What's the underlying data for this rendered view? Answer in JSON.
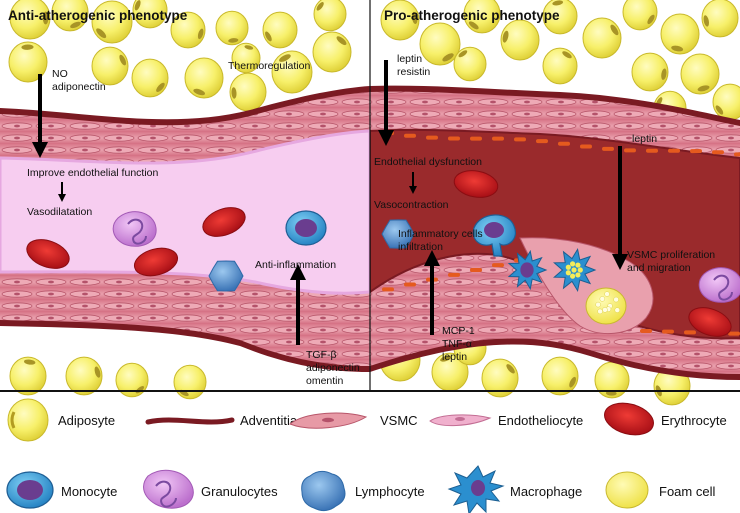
{
  "panels": {
    "left_title": "Anti-atherogenic phenotype",
    "right_title": "Pro-atherogenic phenotype"
  },
  "left_labels": {
    "no_adiponectin": [
      "NO",
      "adiponectin"
    ],
    "thermoregulation": "Thermoregulation",
    "improve_endothelial": "Improve endothelial function",
    "vasodilatation": "Vasodilatation",
    "anti_inflammation": "Anti-inflammation",
    "tgf_block": [
      "TGF-β",
      "adiponectin",
      "omentin"
    ]
  },
  "right_labels": {
    "leptin_resistin": [
      "leptin",
      "resistin"
    ],
    "leptin": "leptin",
    "endothelial_dysfunction": "Endothelial dysfunction",
    "vasocontraction": "Vasocontraction",
    "inflammatory_infiltration": [
      "Inflammatory cells",
      "infiltration"
    ],
    "vsmc_prolif": [
      "VSMC proliferation",
      "and migration"
    ],
    "mcp_block": [
      "MCP-1",
      "TNF-α",
      "leptin"
    ]
  },
  "legend": {
    "adipocyte": "Adiposyte",
    "adventitia": "Adventitia",
    "vsmc": "VSMC",
    "endotheliocyte": "Endotheliocyte",
    "erythrocyte": "Erythrocyte",
    "monocyte": "Monocyte",
    "granulocytes": "Granulocytes",
    "lymphocyte": "Lymphocyte",
    "macrophage": "Macrophage",
    "foam_cell": "Foam cell"
  },
  "colors": {
    "adipocyte_fill": "#f7f06a",
    "adipocyte_stroke": "#c9b92c",
    "adventitia": "#7a1a22",
    "vsmc": "#e79aa6",
    "lumen_healthy": "#f7cdf0",
    "lumen_diseased": "#9a2a2c",
    "erythrocyte": "#c2161c",
    "monocyte": "#3f9ed8",
    "monocyte_nucleus": "#6a3d8f",
    "granulocyte": "#cd87db",
    "lymphocyte": "#4f8ecb",
    "macrophage": "#2b8fcf",
    "foam_cell": "#f4ec5a"
  }
}
